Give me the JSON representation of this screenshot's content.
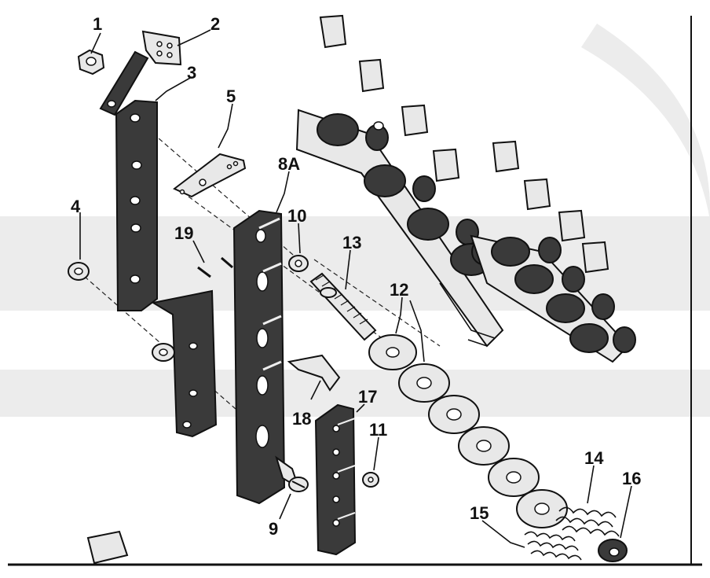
{
  "callouts": {
    "c1": "1",
    "c2": "2",
    "c3": "3",
    "c4": "4",
    "c5": "5",
    "c8a": "8A",
    "c9": "9",
    "c10": "10",
    "c11": "11",
    "c12": "12",
    "c13": "13",
    "c14": "14",
    "c15": "15",
    "c16": "16",
    "c17": "17",
    "c18": "18",
    "c19": "19"
  },
  "colors": {
    "ink": "#111111",
    "metal": "#3a3a3a",
    "watermark": "#ececec",
    "background": "#ffffff"
  }
}
